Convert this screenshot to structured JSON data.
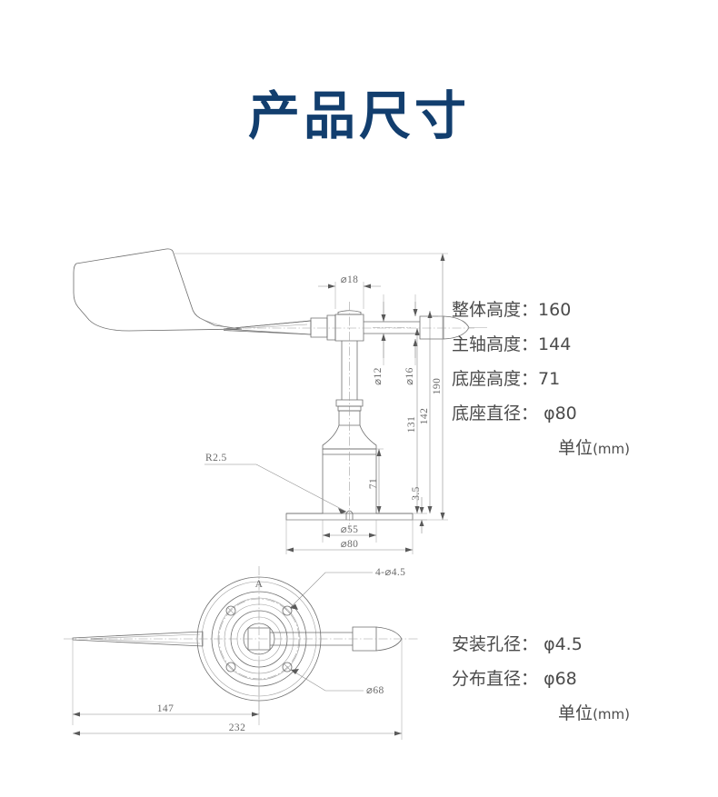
{
  "page": {
    "title": "产品尺寸",
    "title_color": "#123e6e",
    "background": "#ffffff"
  },
  "specs_top": {
    "lines": [
      {
        "label": "整体高度：",
        "value": "160"
      },
      {
        "label": "主轴高度：",
        "value": "144"
      },
      {
        "label": "底座高度：",
        "value": "71"
      },
      {
        "label": "底座直径：",
        "value": "φ80"
      }
    ],
    "unit_label": "单位",
    "unit_value": "(mm)"
  },
  "specs_bottom": {
    "lines": [
      {
        "label": "安装孔径：",
        "value": "φ4.5"
      },
      {
        "label": "分布直径：",
        "value": "φ68"
      }
    ],
    "unit_label": "单位",
    "unit_value": "(mm)"
  },
  "drawing_side": {
    "caption": "wind-vane-side-elevation",
    "dimensions": {
      "dia_18": "⌀18",
      "dia_12": "⌀12",
      "dia_16": "⌀16",
      "h_190": "190",
      "h_142": "142",
      "h_131": "131",
      "h_71": "71",
      "h_3_5": "3.5",
      "radius_2_5": "R2.5",
      "dia_55": "⌀55",
      "dia_80": "⌀80"
    }
  },
  "drawing_top": {
    "caption": "wind-vane-plan-view",
    "dimensions": {
      "holes_4": "4-⌀4.5",
      "dia_68": "⌀68",
      "len_147": "147",
      "len_232": "232",
      "section_mark": "A"
    }
  }
}
